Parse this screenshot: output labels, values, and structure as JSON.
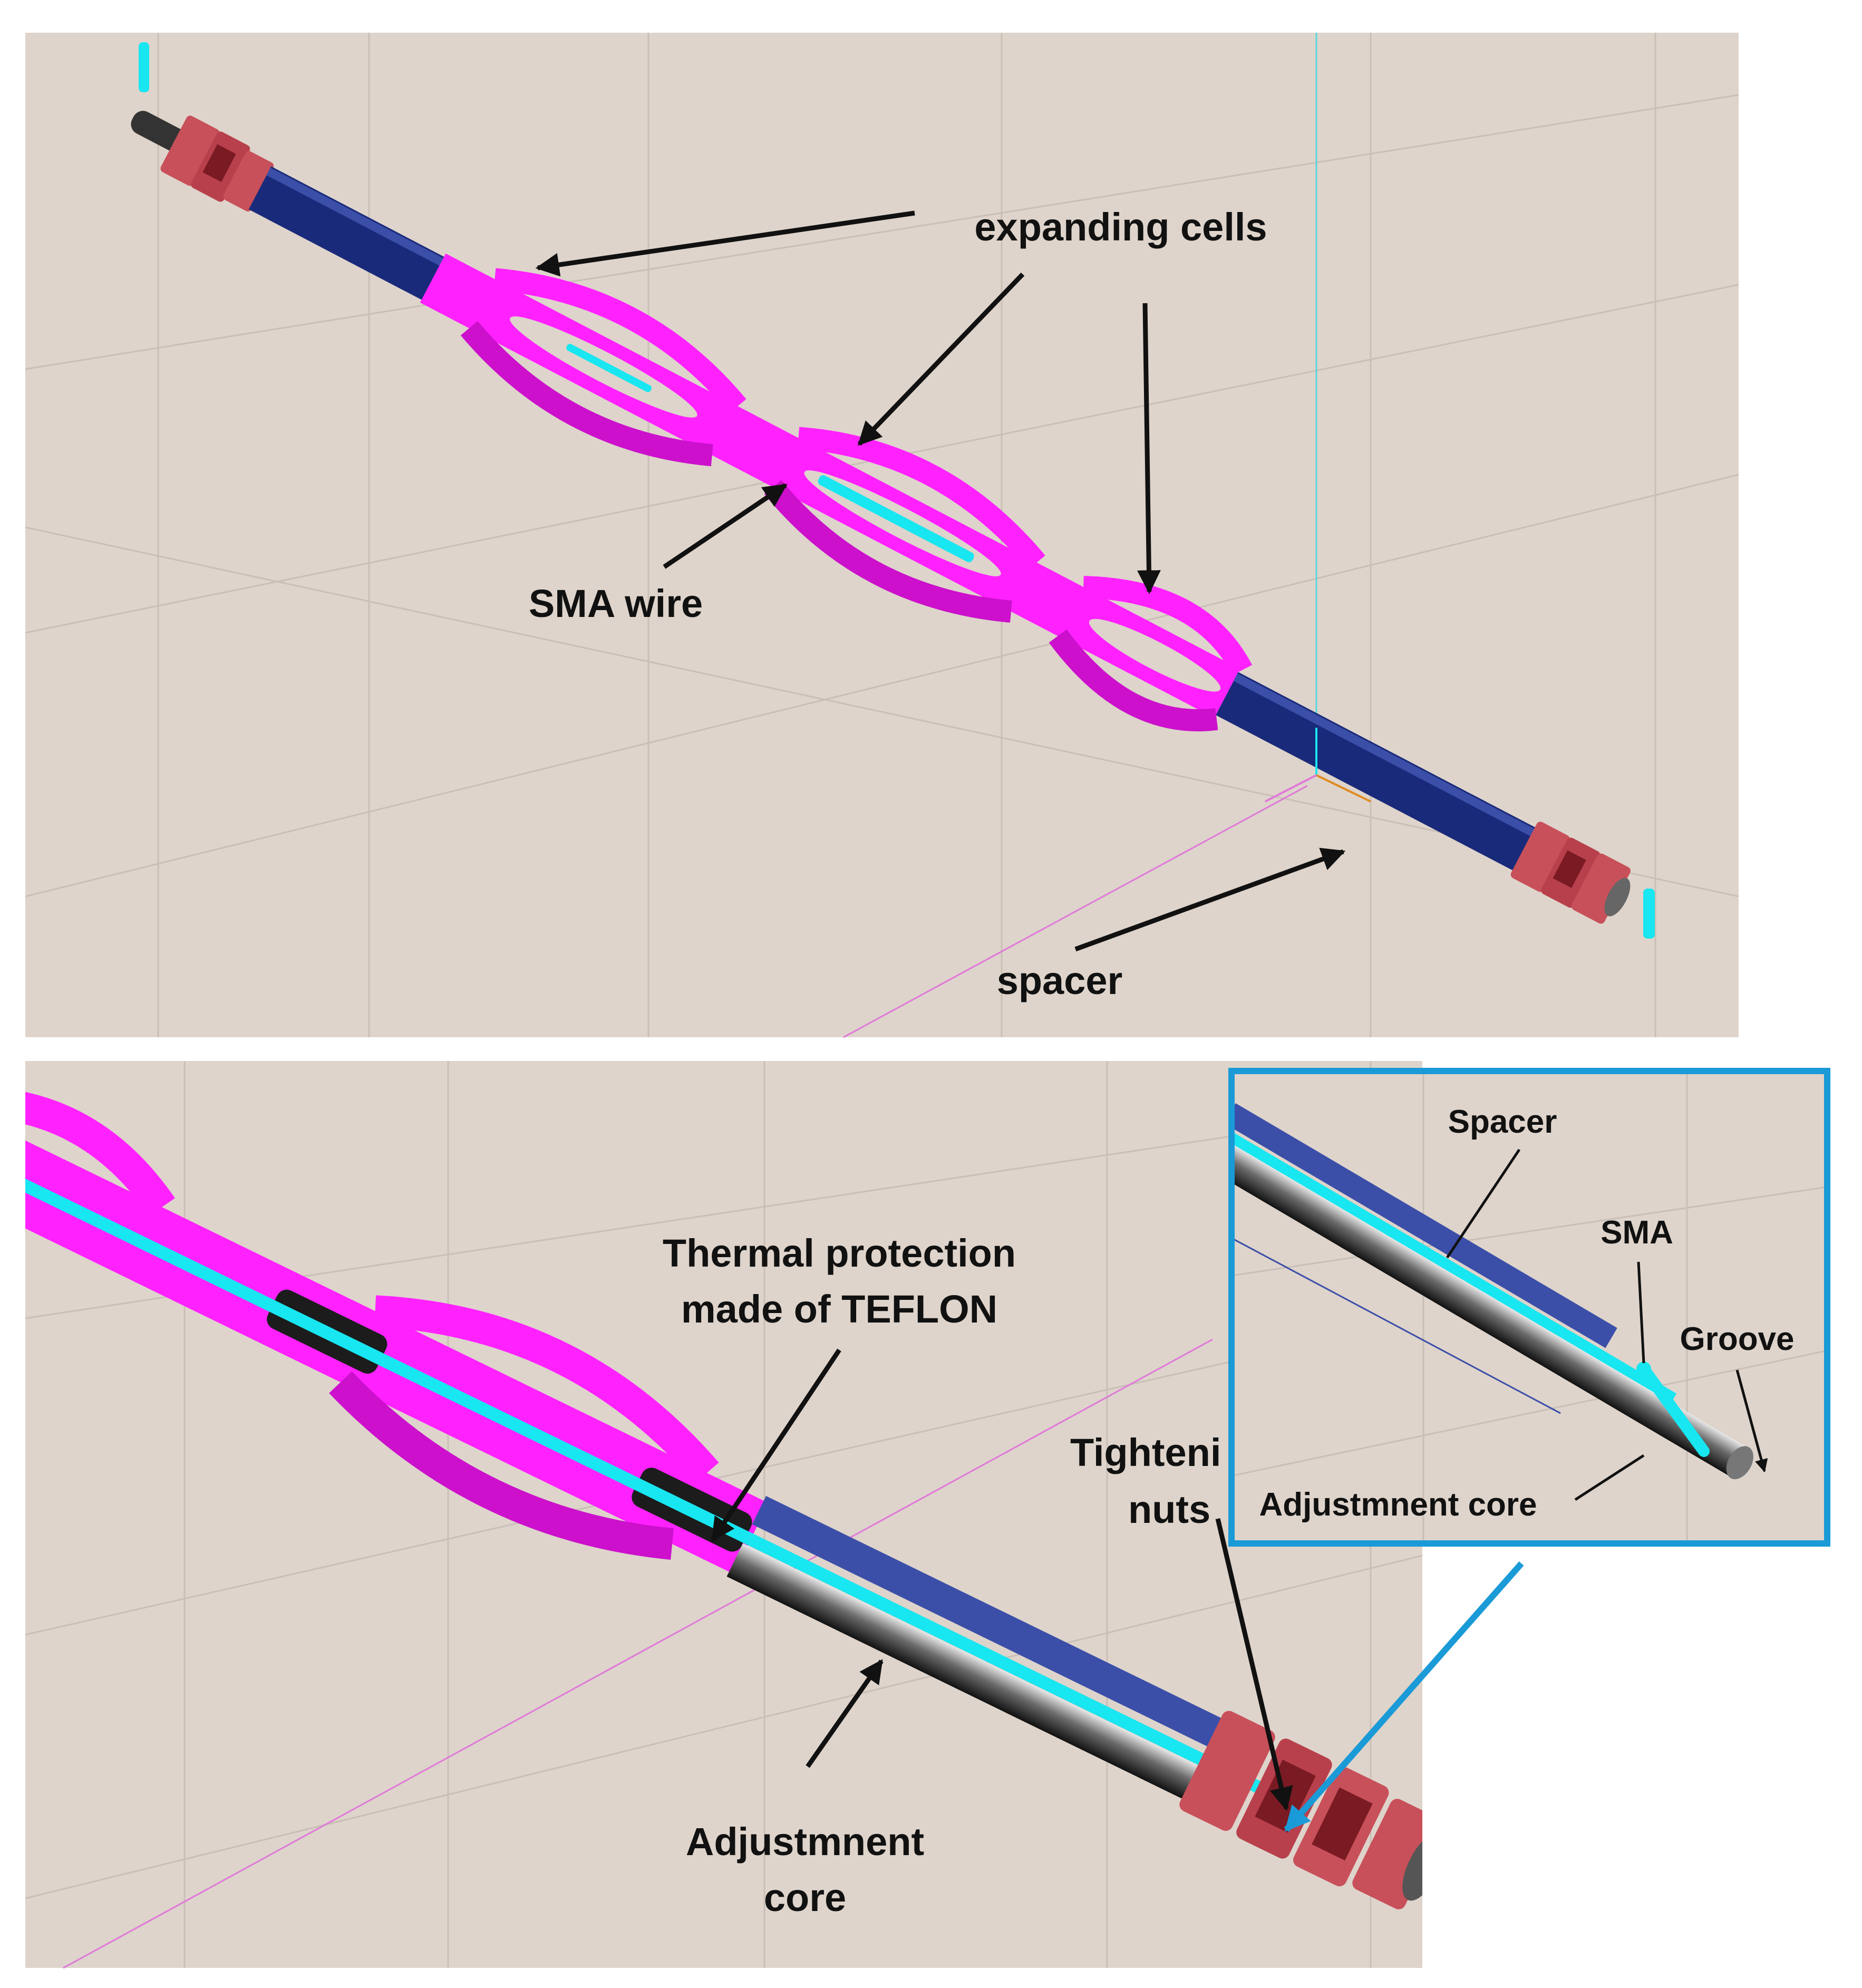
{
  "top_panel": {
    "labels": {
      "expanding_cells": "expanding cells",
      "sma_wire": "SMA wire",
      "spacer": "spacer"
    }
  },
  "bottom_panel": {
    "labels": {
      "thermal_line1": "Thermal protection",
      "thermal_line2": "made of TEFLON",
      "adjustment_line1": "Adjustmnent",
      "adjustment_line2": "core",
      "tightening_line1": "Tighteni",
      "tightening_line2": "nuts"
    },
    "inset": {
      "spacer": "Spacer",
      "sma": "SMA",
      "groove": "Groove",
      "adjustment_core": "Adjustmnent core"
    }
  },
  "colors": {
    "background": "#ded4cb",
    "grid": "#c9bfb6",
    "magenta": "#ff22ff",
    "spacer_blue": "#1a2a7a",
    "spacer_light": "#3b4fa8",
    "cyan": "#18e6f0",
    "nut_red": "#c8505a",
    "nut_dark": "#7a1a22",
    "core_black": "#1c1c1c",
    "inset_border": "#1a9ad6",
    "pink_axis": "#e07ad8"
  }
}
